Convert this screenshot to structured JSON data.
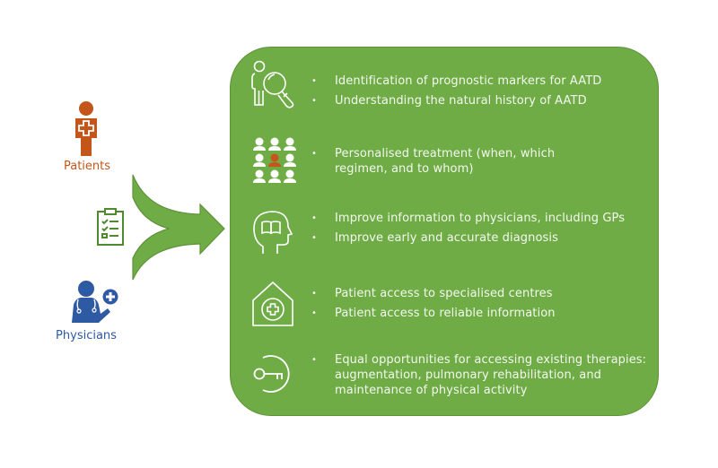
{
  "actors": {
    "patients": {
      "label": "Patients",
      "icon": "patient-icon",
      "color": "#c4561b"
    },
    "physicians": {
      "label": "Physicians",
      "icon": "physician-icon",
      "color": "#2e59a3"
    },
    "clipboard": {
      "icon": "clipboard-checklist-icon",
      "color": "#4e8a2e"
    }
  },
  "arrow": {
    "icon": "merge-arrow-icon",
    "color": "#6fac46"
  },
  "panel": {
    "color": "#6fac46",
    "rows": [
      {
        "icon": "research-magnifier-icon",
        "bullets": [
          "Identification of prognostic markers for AATD",
          "Understanding the natural history of AATD"
        ]
      },
      {
        "icon": "people-grid-icon",
        "bullets": [
          "Personalised treatment (when, which regimen, and to whom)"
        ]
      },
      {
        "icon": "head-book-icon",
        "bullets": [
          "Improve information to physicians, including GPs",
          "Improve early and accurate diagnosis"
        ]
      },
      {
        "icon": "medical-centre-icon",
        "bullets": [
          "Patient access to specialised centres",
          "Patient access to reliable information"
        ]
      },
      {
        "icon": "key-access-icon",
        "bullets": [
          "Equal opportunities for accessing existing therapies: augmentation, pulmonary rehabilitation, and maintenance of physical activity"
        ]
      }
    ]
  }
}
